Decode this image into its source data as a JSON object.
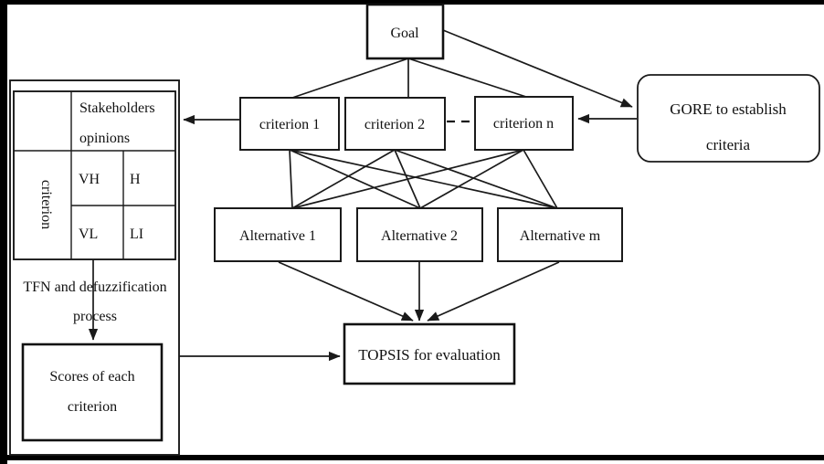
{
  "colors": {
    "ink": "#1a1a1a",
    "background": "#ffffff",
    "scan_bar": "#000000"
  },
  "nodes": {
    "goal": "Goal",
    "criterion_1": "criterion 1",
    "criterion_2": "criterion 2",
    "criterion_n": "criterion n",
    "alternative_1": "Alternative 1",
    "alternative_2": "Alternative 2",
    "alternative_m": "Alternative m",
    "gore": {
      "line1": "GORE to establish",
      "line2": "criteria"
    },
    "topsis": "TOPSIS for evaluation"
  },
  "panel": {
    "table": {
      "header": {
        "line1": "Stakeholders",
        "line2": "opinions"
      },
      "row_header": "criterion",
      "cells": {
        "vh": "VH",
        "h": "H",
        "vl": "VL",
        "li": "LI"
      }
    },
    "tfn": {
      "line1": "TFN and defuzzification",
      "line2": "process"
    },
    "scores": {
      "line1": "Scores of each",
      "line2": "criterion"
    }
  }
}
